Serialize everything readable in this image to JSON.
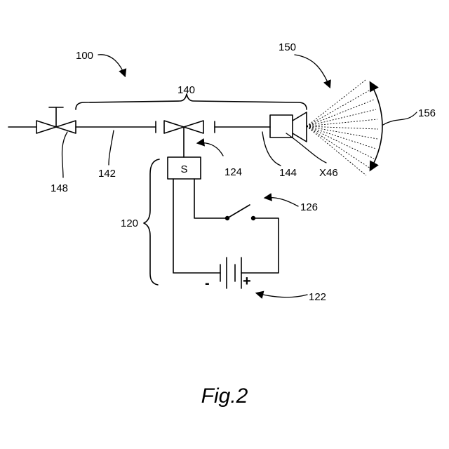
{
  "labels": {
    "system": "100",
    "piping": "140",
    "spray": "150",
    "spray_angle": "156",
    "valve_manual": "148",
    "pipe": "142",
    "solenoid_valve": "124",
    "nozzle_connector": "144",
    "nozzle": "X46",
    "control_circuit": "120",
    "switch": "126",
    "battery": "122"
  },
  "solenoid_letter": "S",
  "battery_minus": "-",
  "battery_plus": "+",
  "caption": "Fig.2"
}
